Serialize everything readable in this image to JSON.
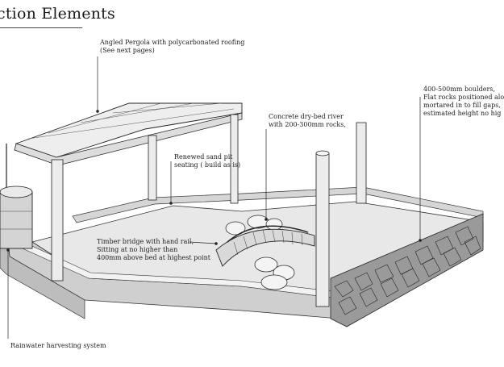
{
  "title": "ction Elements",
  "annotations": {
    "pergola": [
      "Angled Pergola with polycarbonated roofing",
      "(See next pages)"
    ],
    "river": [
      "Concrete dry-bed river",
      "with 200-300mm rocks,"
    ],
    "sandpit": [
      "Renewed sand pit",
      "seating ( build as is)"
    ],
    "boulders": [
      "400-500mm boulders,",
      "Flat rocks positioned alo",
      "mortared in to fill gaps,",
      "estimated height no hig"
    ],
    "bridge": [
      "Timber bridge with hand rail,",
      "Sitting at no higher than",
      "400mm above bed at highest point"
    ],
    "rainwater": [
      "Rainwater harvesting system"
    ]
  },
  "colors": {
    "line": "#2a2a2a",
    "ground": "#e6e6e6",
    "wall": "#cfcfcf",
    "roof": "#eeeeee",
    "rock": "#8a8a8a"
  }
}
